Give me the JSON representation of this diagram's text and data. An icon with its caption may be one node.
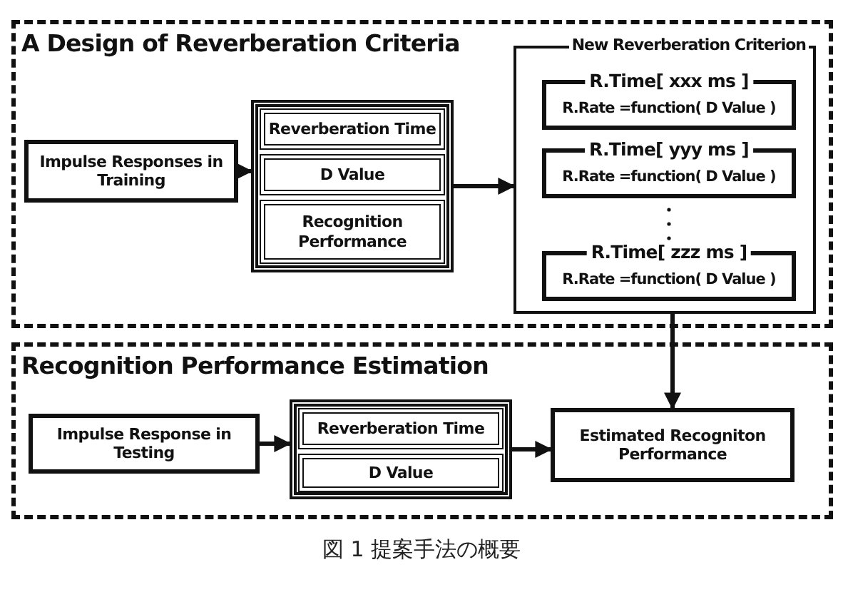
{
  "diagram": {
    "caption": "図 1 提案手法の概要",
    "nodes": [
      {
        "text": [
          "A Design of Reverberation Criteria"
        ]
      },
      {
        "text": [
          "Impulse Responses in Training"
        ],
        "in": 0
      },
      {
        "text": [],
        "shape": "box",
        "in": 0
      },
      {
        "text": [
          "Reverberation Time"
        ],
        "in": 2
      },
      {
        "text": [
          "D Value"
        ],
        "in": 2
      },
      {
        "text": [
          "Recognition Performance"
        ],
        "in": 2
      },
      {
        "text": [
          "New Reverberation Criterion"
        ],
        "in": 0
      },
      {
        "text": [
          "R.Time[ xxx ms ]",
          "R.Rate =function( D Value )"
        ],
        "in": 6
      },
      {
        "text": [
          "R.Time[ yyy ms ]",
          "R.Rate =function( D Value )"
        ],
        "in": 6
      },
      {
        "text": [
          "R.Time[ zzz ms ]",
          "R.Rate =function( D Value )"
        ],
        "in": 6
      },
      {
        "text": [
          "Recognition Performance Estimation"
        ]
      },
      {
        "text": [
          "Impulse Response in Testing"
        ],
        "in": 10
      },
      {
        "text": [],
        "shape": "box",
        "in": 10
      },
      {
        "text": [
          "Reverberation Time"
        ],
        "in": 12
      },
      {
        "text": [
          "D Value"
        ],
        "in": 12
      },
      {
        "text": [
          "Estimated Recogniton Performance"
        ],
        "in": 10
      }
    ],
    "edges": [
      {
        "from": 1,
        "to": 2,
        "arrow": "to"
      },
      {
        "from": 2,
        "to": 6,
        "arrow": "to"
      },
      {
        "from": 6,
        "to": 15,
        "arrow": "to"
      },
      {
        "from": 11,
        "to": 12,
        "arrow": "to"
      },
      {
        "from": 12,
        "to": 15,
        "arrow": "to"
      }
    ]
  }
}
